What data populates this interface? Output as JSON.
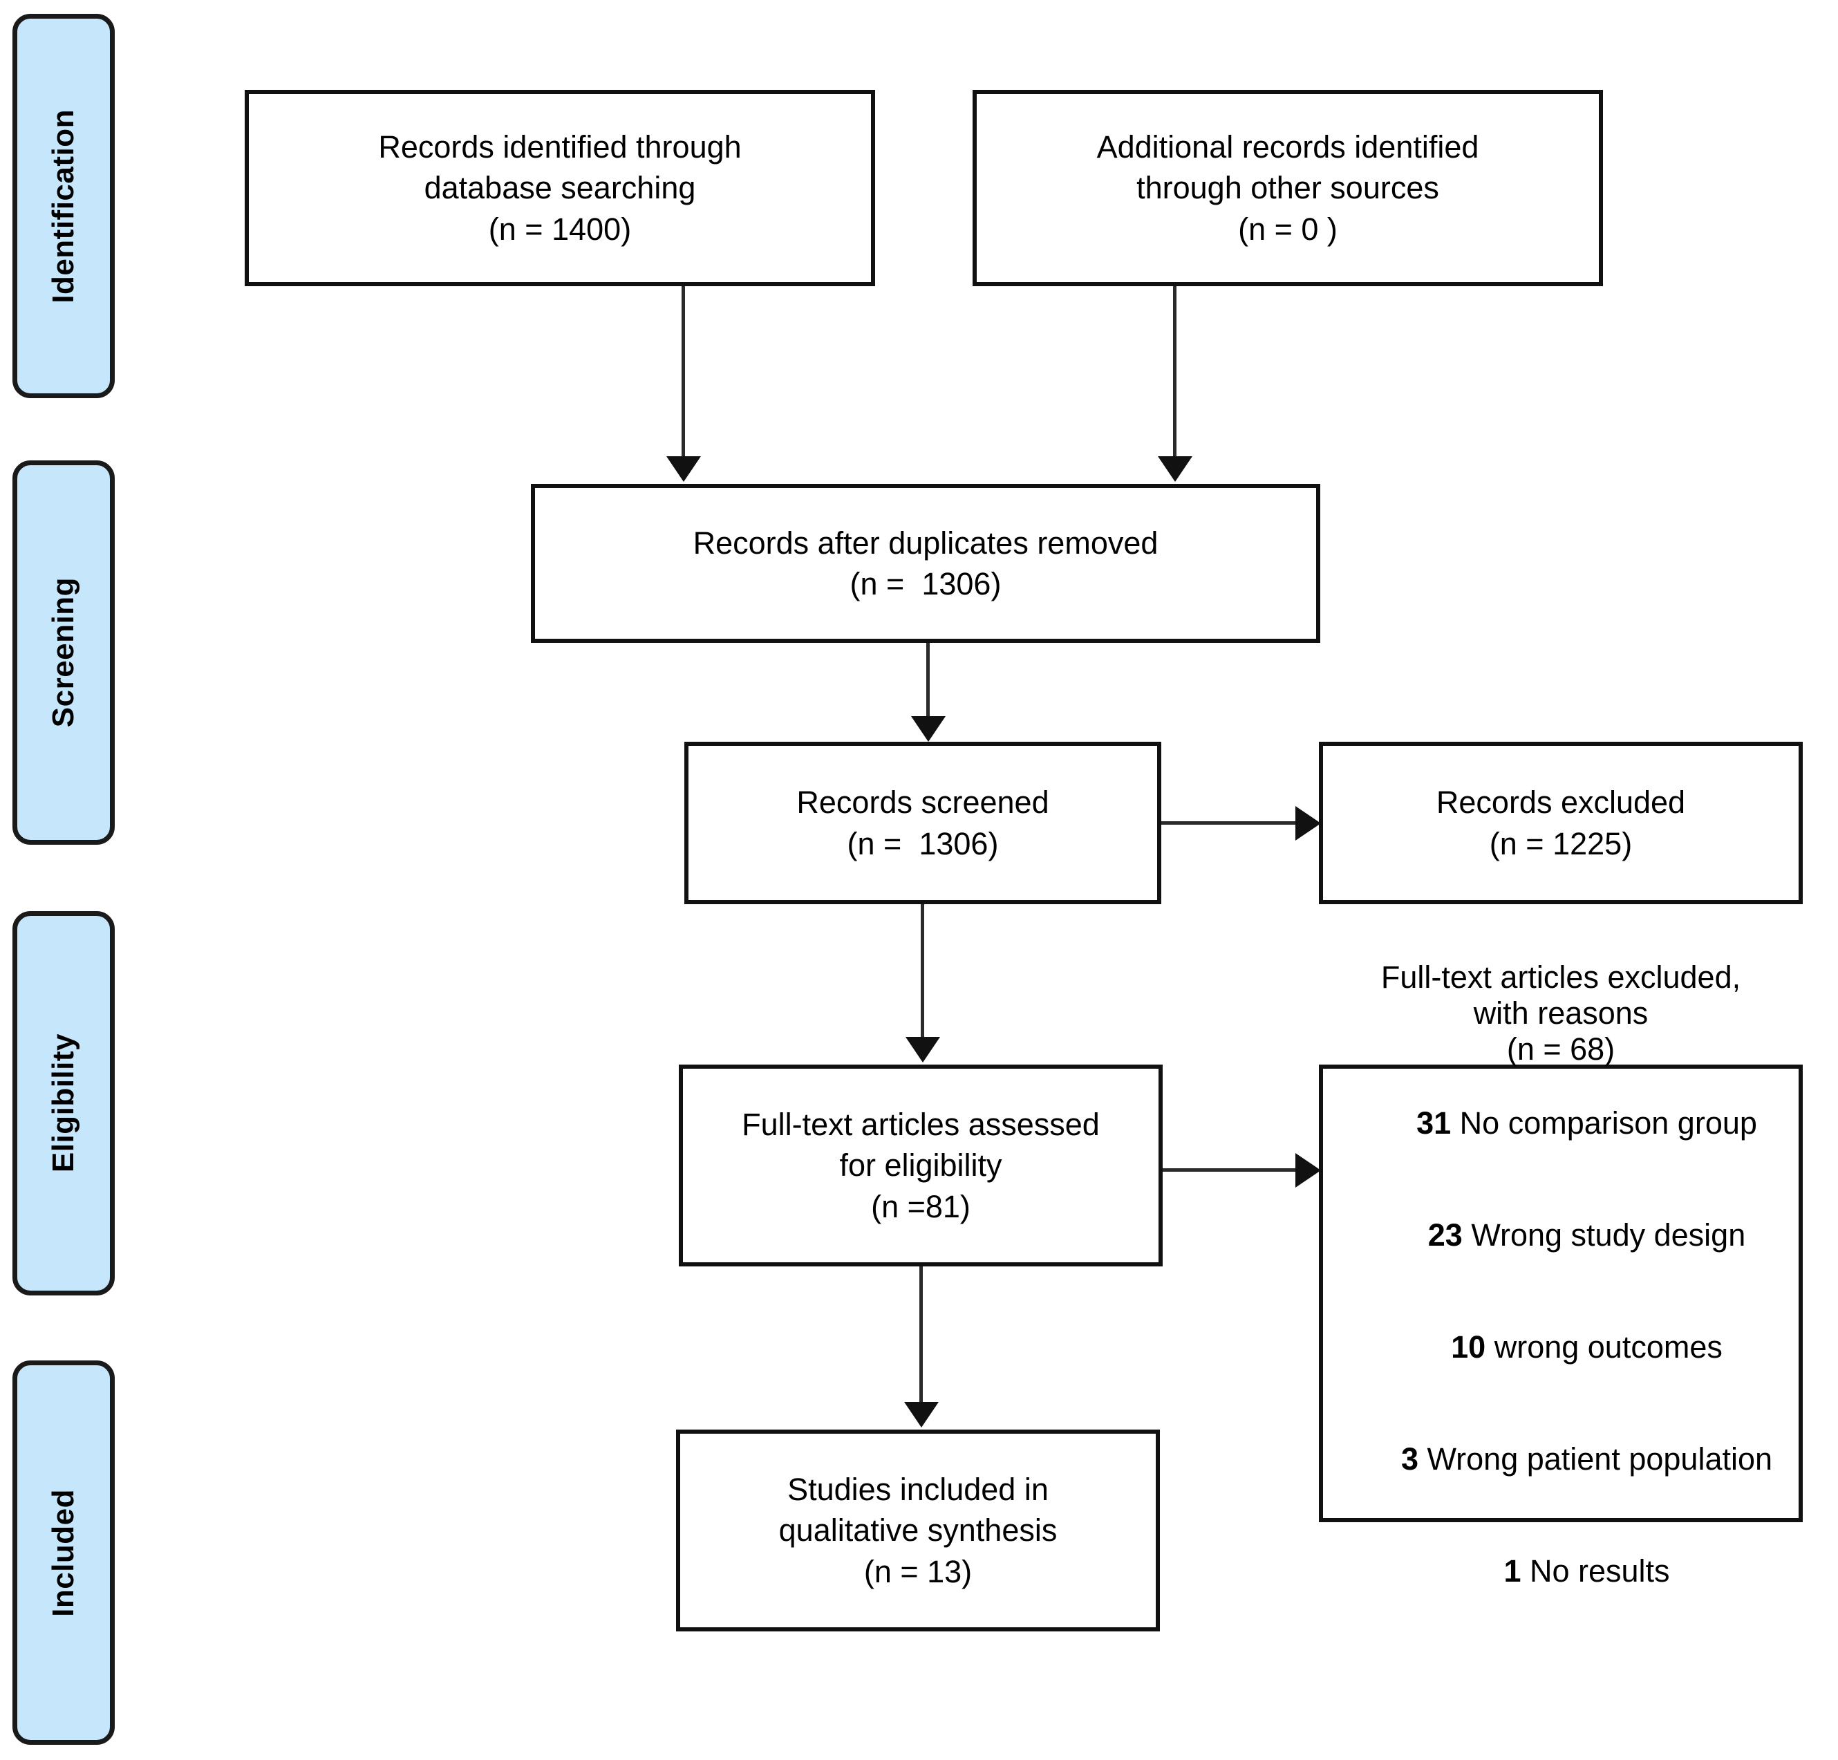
{
  "diagram": {
    "type": "prisma-flow-diagram",
    "stages": [
      {
        "id": "identification",
        "label": "Identification"
      },
      {
        "id": "screening",
        "label": "Screening"
      },
      {
        "id": "eligibility",
        "label": "Eligibility"
      },
      {
        "id": "included",
        "label": "Included"
      }
    ],
    "colors": {
      "stage_pill_fill": "#c6e6fb",
      "stage_pill_border": "#1a1a1a",
      "box_border": "#111111",
      "box_fill": "#ffffff",
      "connector": "#2b2b2b",
      "text": "#000000"
    },
    "boxes": {
      "database_records": {
        "line1": "Records identified through",
        "line2": "database searching",
        "line3": "(n = 1400)"
      },
      "other_records": {
        "line1": "Additional records identified",
        "line2": "through other sources",
        "line3": "(n = 0 )"
      },
      "duplicates_removed": {
        "line1": "Records after duplicates removed",
        "line2": "(n =  1306)"
      },
      "records_screened": {
        "line1": "Records screened",
        "line2": "(n =  1306)"
      },
      "records_excluded": {
        "line1": "Records excluded",
        "line2": "(n = 1225)"
      },
      "fulltext_assessed": {
        "line1": "Full-text articles assessed",
        "line2": "for eligibility",
        "line3": "(n =81)"
      },
      "fulltext_excluded": {
        "line1": "Full-text articles excluded,",
        "line2": "with reasons",
        "line3": "(n = 68)",
        "reasons": [
          {
            "count": "31",
            "text": " No comparison group"
          },
          {
            "count": "23",
            "text": " Wrong study design"
          },
          {
            "count": "10",
            "text": " wrong outcomes"
          },
          {
            "count": "3",
            "text": " Wrong patient population"
          },
          {
            "count": "1",
            "text": " No results"
          }
        ]
      },
      "studies_included": {
        "line1": "Studies included in",
        "line2": "qualitative synthesis",
        "line3": "(n = 13)"
      }
    }
  }
}
